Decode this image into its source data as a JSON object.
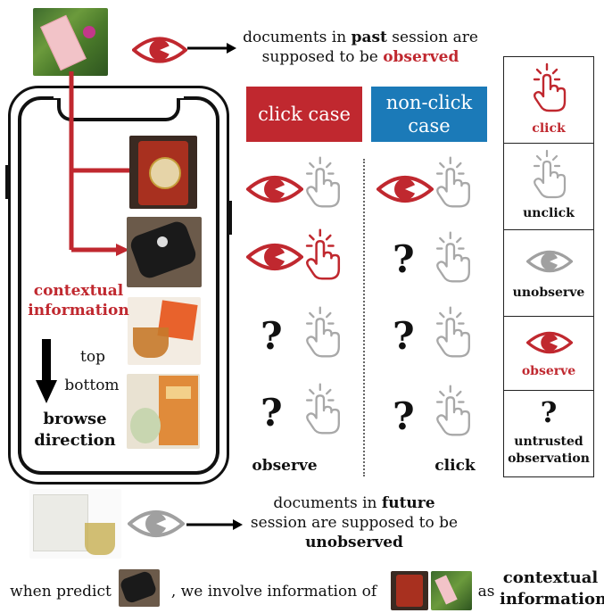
{
  "colors": {
    "red": "#c0282f",
    "blue": "#1b7ab8",
    "gray": "#9a9a9a"
  },
  "top_caption": {
    "line1_pre": "documents in ",
    "line1_bold": "past",
    "line1_post": " session are",
    "line2_pre": "supposed to be ",
    "line2_bold": "observed"
  },
  "bottom_caption": {
    "line1_pre": "documents in ",
    "line1_bold": "future",
    "line2": "session  are supposed to be",
    "line3": "unobserved"
  },
  "phone": {
    "context_label": [
      "contextual",
      "information"
    ],
    "top": "top",
    "bottom": "bottom",
    "browse_direction": [
      "browse",
      "direction"
    ]
  },
  "cases": {
    "click_case": "click case",
    "non_click_case": [
      "non-click",
      "case"
    ]
  },
  "column_labels": {
    "observe": "observe",
    "click": "click"
  },
  "question_mark": "?",
  "legend": [
    {
      "icon": "hand-red-icon",
      "label": "click"
    },
    {
      "icon": "hand-gray-icon",
      "label": "unclick"
    },
    {
      "icon": "eye-gray-icon",
      "label": "unobserve"
    },
    {
      "icon": "eye-red-icon",
      "label": "observe"
    },
    {
      "icon": "question-icon",
      "label": "untrusted observation"
    }
  ],
  "footer": {
    "pre": "when predict",
    "mid": ", we involve information of",
    "as": "as",
    "context": [
      "contextual",
      "information"
    ]
  }
}
